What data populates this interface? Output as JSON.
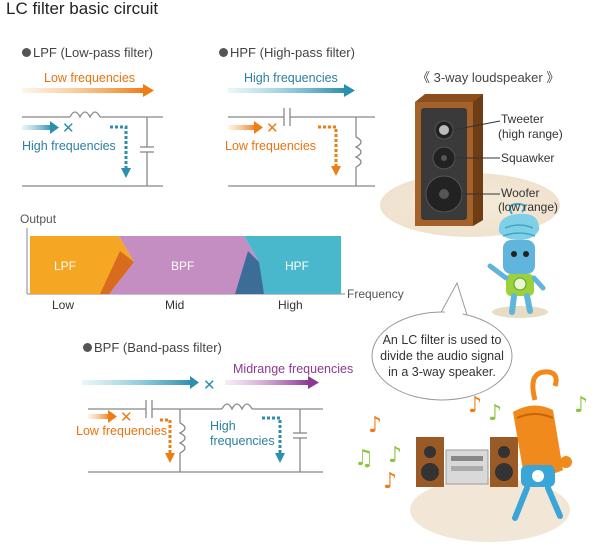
{
  "title": "LC filter basic circuit",
  "lpf": {
    "heading": "LPF (Low-pass filter)",
    "pass_label": "Low frequencies",
    "block_label": "High frequencies"
  },
  "hpf": {
    "heading": "HPF (High-pass filter)",
    "pass_label": "High frequencies",
    "block_label": "Low frequencies"
  },
  "band_chart": {
    "y_label": "Output",
    "x_label": "Frequency",
    "bands": [
      "LPF",
      "BPF",
      "HPF"
    ],
    "ticks": [
      "Low",
      "Mid",
      "High"
    ],
    "colors": {
      "lpf": "#f5a623",
      "bpf": "#c58ec3",
      "hpf": "#4ab8cc"
    }
  },
  "bpf": {
    "heading": "BPF (Band-pass filter)",
    "pass_label": "Midrange frequencies",
    "low_block_label": "Low frequencies",
    "high_block_label": "High frequencies"
  },
  "speaker": {
    "heading": "《 3-way loudspeaker 》",
    "tweeter": "Tweeter",
    "tweeter_range": "(high range)",
    "squawker": "Squawker",
    "woofer": "Woofer",
    "woofer_range": "(low range)"
  },
  "bubble": {
    "text": "An LC filter is used to divide the audio signal in a 3-way speaker."
  }
}
